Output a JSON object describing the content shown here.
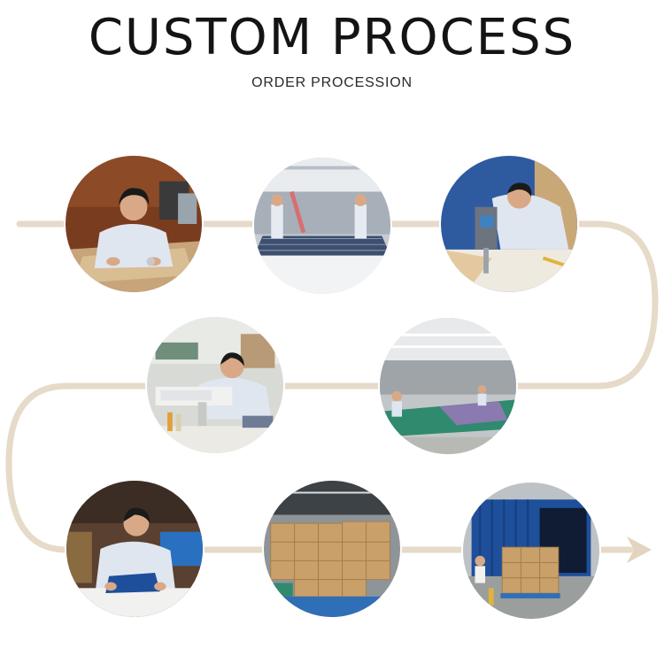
{
  "header": {
    "title": "CUSTOM PROCESS",
    "subtitle": "ORDER PROCESSION"
  },
  "colors": {
    "path": "#e6dac8",
    "arrow": "#e2d4bf",
    "title": "#141414",
    "shirt": "#dfe6f0",
    "skin": "#d9a987",
    "hair": "#1a1a1a",
    "cardboard": "#c9a06a",
    "fabric_green": "#2f8a6e",
    "truck_blue": "#1e4f9a"
  },
  "steps": [
    {
      "id": "pattern-making",
      "scene": "worker cutting paper pattern at desk"
    },
    {
      "id": "fabric-laying",
      "scene": "workers spreading striped fabric on table"
    },
    {
      "id": "cutting",
      "scene": "worker using vertical cloth cutting machine"
    },
    {
      "id": "sewing",
      "scene": "worker at sewing machine in factory"
    },
    {
      "id": "quality-check",
      "scene": "workers inspecting garments on green tables"
    },
    {
      "id": "packing",
      "scene": "worker folding and packing garments"
    },
    {
      "id": "warehouse",
      "scene": "stacked cardboard cartons on pallets"
    },
    {
      "id": "shipping",
      "scene": "cartons loaded into blue container truck"
    }
  ]
}
